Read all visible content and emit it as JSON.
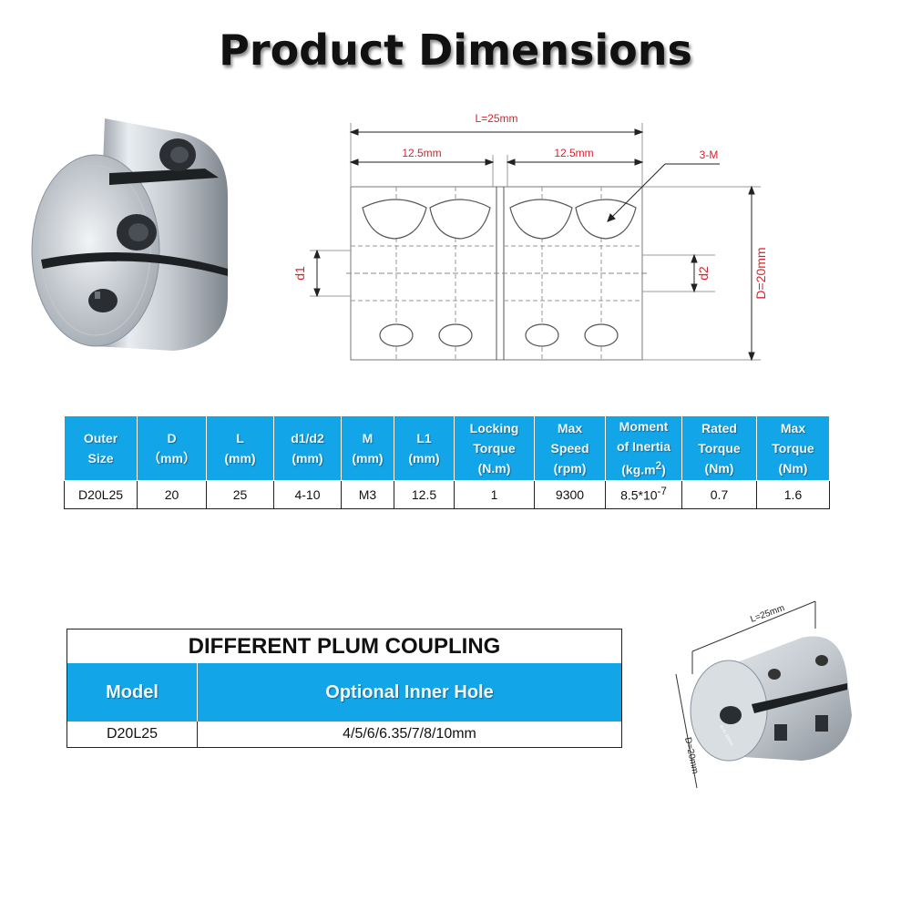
{
  "title": "Product Dimensions",
  "drawing": {
    "total_length": "L=25mm",
    "half_left": "12.5mm",
    "half_right": "12.5mm",
    "screw_label": "3-M",
    "diameter": "D=20mm",
    "d1": "d1",
    "d2": "d2"
  },
  "spec_table": {
    "headers": [
      [
        "Outer",
        "Size"
      ],
      [
        "D",
        "（mm）"
      ],
      [
        "L",
        "(mm)"
      ],
      [
        "d1/d2",
        "(mm)"
      ],
      [
        "M",
        "(mm)"
      ],
      [
        "L1",
        "(mm)"
      ],
      [
        "Locking",
        "Torque",
        "(N.m)"
      ],
      [
        "Max",
        "Speed",
        "(rpm)"
      ],
      [
        "Moment",
        "of Inertia",
        "(kg.m",
        "2",
        ")"
      ],
      [
        "Rated",
        "Torque",
        "(Nm)"
      ],
      [
        "Max",
        "Torque",
        "(Nm)"
      ]
    ],
    "row": [
      "D20L25",
      "20",
      "25",
      "4-10",
      "M3",
      "12.5",
      "1",
      "9300",
      "8.5*10",
      "-7",
      "0.7",
      "1.6"
    ]
  },
  "plum_table": {
    "title": "DIFFERENT PLUM COUPLING",
    "headers": [
      "Model",
      "Optional Inner Hole"
    ],
    "row": [
      "D20L25",
      "4/5/6/6.35/7/8/10mm"
    ]
  },
  "photo_bottom": {
    "length": "L=25mm",
    "diameter": "D=20mm",
    "bore": "d=4~10mm"
  },
  "colors": {
    "header_blue": "#12a5e8",
    "dimension_red": "#d9212b",
    "metal": "#c9cfd6"
  }
}
